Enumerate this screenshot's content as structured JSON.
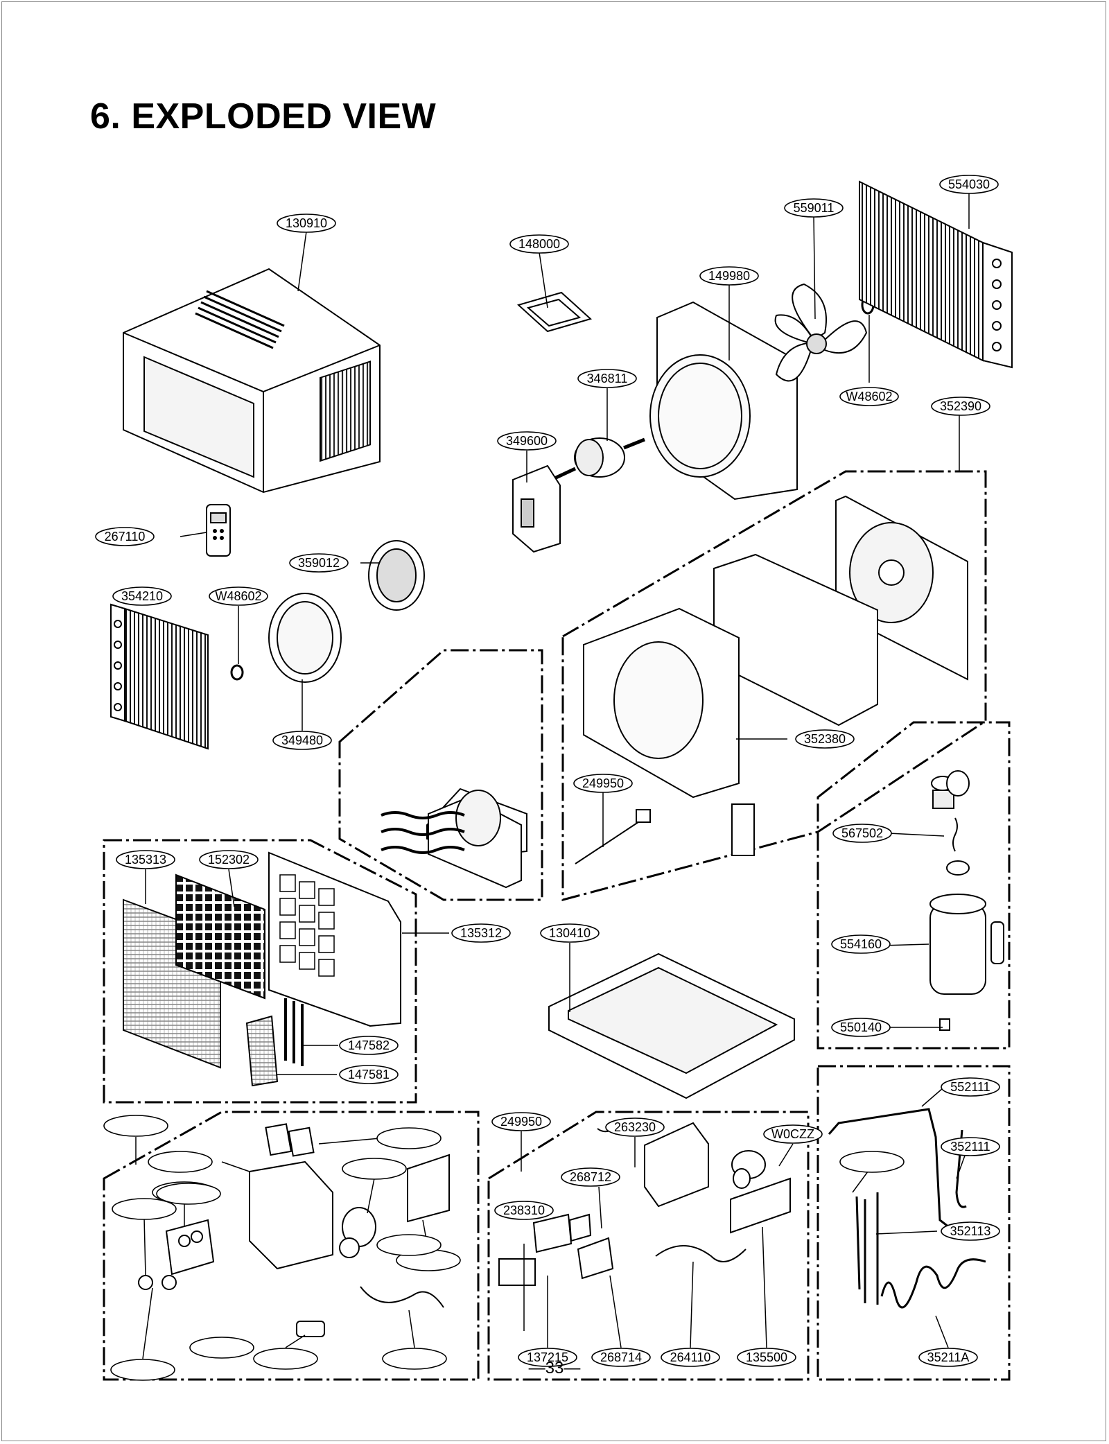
{
  "page": {
    "title": "6. EXPLODED VIEW",
    "page_number": "—33—"
  },
  "diagram": {
    "part_labels": [
      "130910",
      "148000",
      "149980",
      "559011",
      "554030",
      "W48602",
      "346811",
      "352390",
      "349600",
      "267110",
      "359012",
      "354210",
      "W48602",
      "349480",
      "352380",
      "249950",
      "567502",
      "135313",
      "152302",
      "135312",
      "130410",
      "554160",
      "147582",
      "147581",
      "550140",
      "249950",
      "263230",
      "W0CZZ",
      "552111",
      "268712",
      "352111",
      "238310",
      "352113",
      "137215",
      "268714",
      "264110",
      "135500",
      "35211A"
    ],
    "blank_callout_count": 14
  }
}
